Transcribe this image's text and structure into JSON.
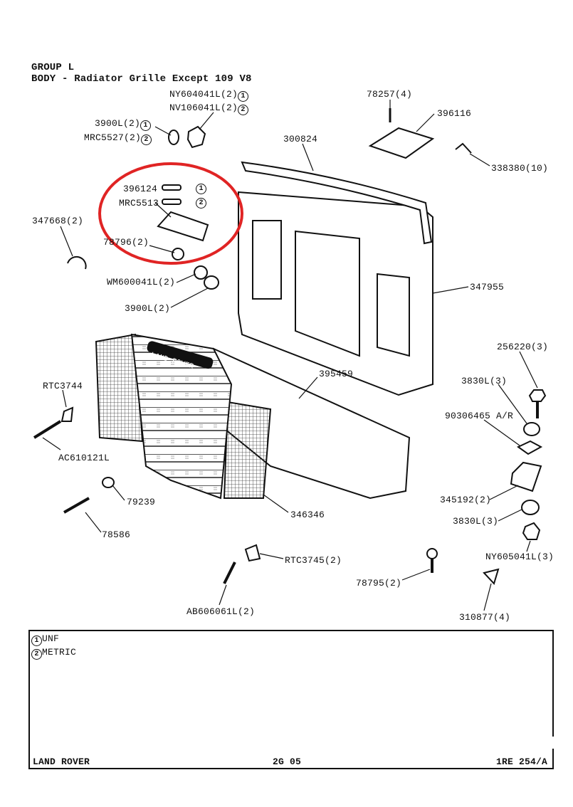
{
  "header": {
    "group": "GROUP L",
    "title": "BODY - Radiator Grille  Except 109 V8"
  },
  "parts": {
    "p_ny604041l": "NY604041L(2)",
    "p_nv106041l": "NV106041L(2)",
    "p_3900l_a": "3900L(2)",
    "p_mrc5527": "MRC5527(2)",
    "p_78257": "78257(4)",
    "p_396116": "396116",
    "p_300824": "300824",
    "p_338380": "338380(10)",
    "p_396124": "396124",
    "p_mrc5513": "MRC5513",
    "p_347668": "347668(2)",
    "p_78796": "78796(2)",
    "p_wm600041l": "WM600041L(2)",
    "p_3900l_b": "3900L(2)",
    "p_347955": "347955",
    "p_256220": "256220(3)",
    "p_395459": "395459",
    "p_3830l_a": "3830L(3)",
    "p_rtc3744": "RTC3744",
    "p_90306465": "90306465 A/R",
    "p_ac610121l": "AC610121L",
    "p_345192": "345192(2)",
    "p_79239": "79239",
    "p_346346": "346346",
    "p_3830l_b": "3830L(3)",
    "p_78586": "78586",
    "p_ny605041l": "NY605041L(3)",
    "p_rtc3745": "RTC3745(2)",
    "p_78795": "78795(2)",
    "p_ab606061l": "AB606061L(2)",
    "p_310877": "310877(4)"
  },
  "badge": {
    "one": "1",
    "two": "2"
  },
  "grille_badge_text": "LAND ROVER",
  "legend": {
    "unf": "UNF",
    "metric": "METRIC"
  },
  "footer": {
    "brand": "LAND ROVER",
    "page": "2G 05",
    "ref": "1RE 254/A"
  },
  "highlight_color": "#e02424"
}
